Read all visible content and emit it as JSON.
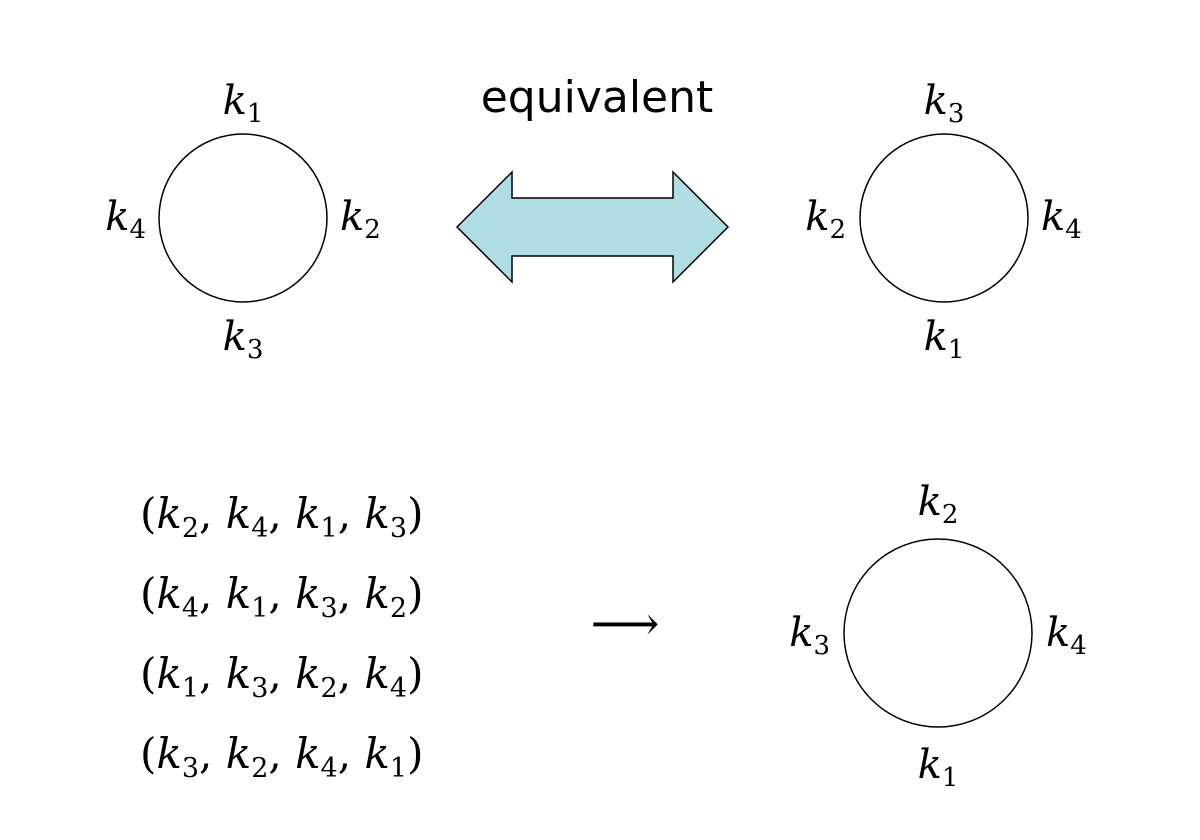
{
  "caption": "equivalent",
  "colors": {
    "arrow_fill": "#b0dde3",
    "stroke": "#000000",
    "background": "#ffffff"
  },
  "diagram_top_left": {
    "labels": {
      "top": "1",
      "right": "2",
      "bottom": "3",
      "left": "4"
    }
  },
  "diagram_top_right": {
    "labels": {
      "top": "3",
      "right": "4",
      "bottom": "1",
      "left": "2"
    }
  },
  "diagram_bottom_right": {
    "labels": {
      "top": "2",
      "right": "4",
      "bottom": "1",
      "left": "3"
    }
  },
  "tuples": [
    [
      "2",
      "4",
      "1",
      "3"
    ],
    [
      "4",
      "1",
      "3",
      "2"
    ],
    [
      "1",
      "3",
      "2",
      "4"
    ],
    [
      "3",
      "2",
      "4",
      "1"
    ]
  ],
  "mapping_arrow": "⟶"
}
